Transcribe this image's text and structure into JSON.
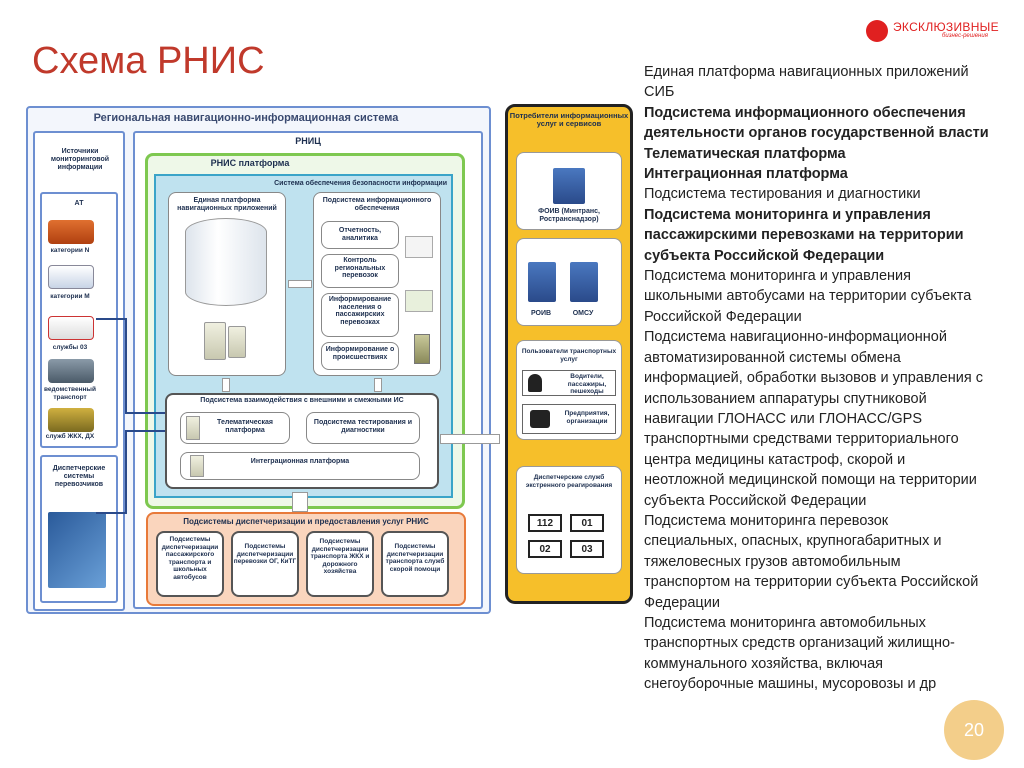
{
  "brand": {
    "name": "ЭКСКЛЮЗИВНЫЕ",
    "tagline": "бизнес-решения",
    "accent": "#e02020"
  },
  "slide": {
    "title": "Схема РНИС",
    "page_number": "20"
  },
  "diagram": {
    "rnis_title": "Региональная навигационно-информационная система",
    "sources_title": "Источники мониторинговой информации",
    "at_label": "АТ",
    "vehicles": [
      "категории N",
      "категории M",
      "службы 03",
      "ведомственный транспорт",
      "служб ЖКХ, ДХ"
    ],
    "dispatch_systems": "Диспетчерские системы перевозчиков",
    "rnic": "РНИЦ",
    "platform_title": "РНИС платформа",
    "security_title": "Система обеспечения безопасности информации",
    "unified_platform": "Единая платформа навигационных приложений",
    "info_subsystem": "Подсистема информационного обеспечения",
    "info_items": [
      "Отчетность, аналитика",
      "Контроль региональных перевозок",
      "Информирование населения о пассажирских перевозках",
      "Информирование о происшествиях"
    ],
    "interaction_title": "Подсистема взаимодействия с внешними и смежными ИС",
    "telematic": "Телематическая платформа",
    "testing": "Подсистема тестирования и диагностики",
    "integration": "Интеграционная платформа",
    "dispatch_title": "Подсистемы диспетчеризации и предоставления услуг РНИС",
    "dispatch_items": [
      "Подсистемы диспетчеризации пассажирского транспорта и школьных автобусов",
      "Подсистемы диспетчеризации перевозки ОГ, КиТГ",
      "Подсистемы диспетчеризации транспорта ЖКХ и дорожного хозяйства",
      "Подсистемы диспетчеризации транспорта служб скорой помощи"
    ],
    "consumers_title": "Потребители информационных услуг и сервисов",
    "foiv": "ФОИВ (Минтранс, Ространснадзор)",
    "roiv": "РОИВ",
    "omsu": "ОМСУ",
    "users_title": "Пользователи транспортных услуг",
    "drivers": "Водители, пассажиры, пешеходы",
    "enterprises": "Предприятия, организации",
    "emergency_title": "Диспетчерские служб экстренного реагирования",
    "emergency_numbers": [
      "112",
      "01",
      "02",
      "03"
    ]
  },
  "text_lines": [
    {
      "t": "Единая платформа навигационных приложений",
      "b": false
    },
    {
      "t": "СИБ",
      "b": false
    },
    {
      "t": "Подсистема информационного обеспечения",
      "b": true
    },
    {
      "t": "деятельности органов государственной власти",
      "b": true
    },
    {
      "t": "Телематическая платформа",
      "b": true
    },
    {
      "t": "Интеграционная платформа",
      "b": true
    },
    {
      "t": "Подсистема тестирования и диагностики",
      "b": false
    },
    {
      "t": "Подсистема мониторинга и управления",
      "b": true
    },
    {
      "t": "пассажирскими перевозками на территории",
      "b": true
    },
    {
      "t": "субъекта Российской Федерации",
      "b": true
    },
    {
      "t": "Подсистема мониторинга и управления",
      "b": false
    },
    {
      "t": "школьными автобусами на территории субъекта",
      "b": false
    },
    {
      "t": "Российской Федерации",
      "b": false
    },
    {
      "t": "Подсистема навигационно-информационной",
      "b": false
    },
    {
      "t": "автоматизированной системы обмена",
      "b": false
    },
    {
      "t": "информацией, обработки вызовов и управления с",
      "b": false
    },
    {
      "t": "использованием аппаратуры спутниковой",
      "b": false
    },
    {
      "t": "навигации ГЛОНАСС или ГЛОНАСС/GPS",
      "b": false
    },
    {
      "t": "транспортными средствами территориального",
      "b": false
    },
    {
      "t": "центра медицины катастроф, скорой и",
      "b": false
    },
    {
      "t": "неотложной медицинской помощи на территории",
      "b": false
    },
    {
      "t": "субъекта Российской Федерации",
      "b": false
    },
    {
      "t": "Подсистема мониторинга перевозок",
      "b": false
    },
    {
      "t": "специальных, опасных, крупногабаритных и",
      "b": false
    },
    {
      "t": "тяжеловесных грузов автомобильным",
      "b": false
    },
    {
      "t": "транспортом на территории субъекта Российской",
      "b": false
    },
    {
      "t": "Федерации",
      "b": false
    },
    {
      "t": "Подсистема мониторинга автомобильных",
      "b": false
    },
    {
      "t": "транспортных средств организаций жилищно-",
      "b": false
    },
    {
      "t": "коммунального хозяйства, включая",
      "b": false
    },
    {
      "t": "снегоуборочные машины, мусоровозы и др",
      "b": false
    }
  ]
}
